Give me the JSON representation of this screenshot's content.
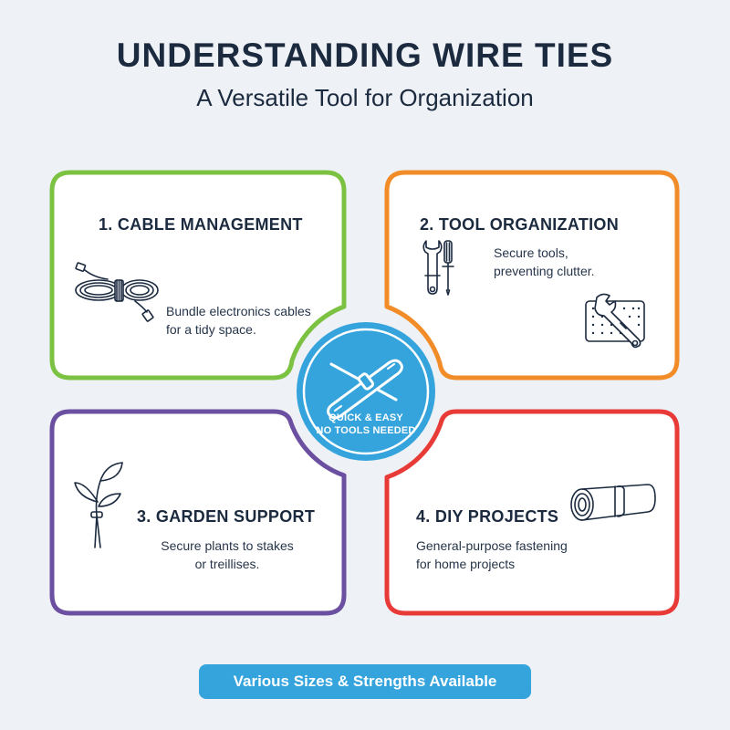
{
  "header": {
    "title": "UNDERSTANDING WIRE TIES",
    "subtitle": "A Versatile Tool for Organization"
  },
  "colors": {
    "background": "#eef1f5",
    "text": "#1b2a3f",
    "card1_border": "#7cc242",
    "card2_border": "#f28c28",
    "card3_border": "#6b4fa0",
    "card4_border": "#e83a36",
    "accent_blue": "#35a3dc"
  },
  "cards": [
    {
      "number": "1",
      "heading": "1. CABLE MANAGEMENT",
      "description_lines": [
        "Bundle electronics cables",
        "for a tidy space."
      ],
      "icon": "coiled-cable-icon"
    },
    {
      "number": "2",
      "heading": "2. TOOL ORGANIZATION",
      "description_lines": [
        "Secure tools,",
        "preventing clutter."
      ],
      "icon": "wrench-screwdriver-icon",
      "secondary_icon": "pegboard-wrench-icon"
    },
    {
      "number": "3",
      "heading": "3. GARDEN SUPPORT",
      "description_lines": [
        "Secure plants to stakes",
        "or treillises."
      ],
      "icon": "plant-stake-icon"
    },
    {
      "number": "4",
      "heading": "4. DIY PROJECTS",
      "description_lines": [
        "General-purpose fastening",
        "for home projects"
      ],
      "icon": "pipe-roll-icon"
    }
  ],
  "center_badge": {
    "icon": "wire-tie-icon",
    "line1": "QUICK & EASY",
    "line2": "NO TOOLS NEEDED"
  },
  "footer": {
    "label": "Various Sizes & Strengths Available"
  }
}
